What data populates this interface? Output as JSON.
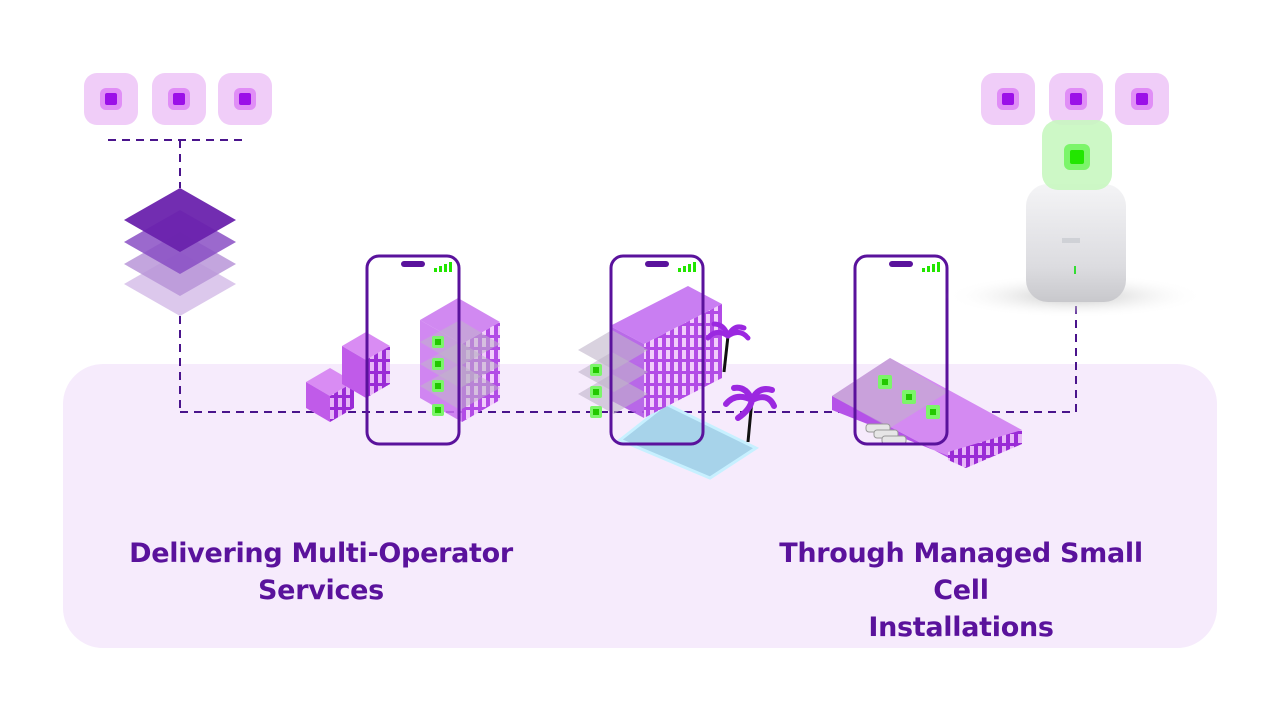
{
  "captions": {
    "left": {
      "line1": "Delivering Multi-Operator",
      "line2": "Services"
    },
    "right": {
      "line1": "Through Managed Small Cell",
      "line2": "Installations"
    }
  },
  "colors": {
    "brand_purple": "#5a129c",
    "accent_purple": "#a020f0",
    "panel_bg": "#f6ebfc",
    "operator_tile": "#f0cdf8",
    "signal_green": "#22e600"
  },
  "icons": {
    "operator_tiles_left": [
      "operator-tile-icon",
      "operator-tile-icon",
      "operator-tile-icon"
    ],
    "operator_tiles_right": [
      "operator-tile-icon",
      "operator-tile-icon",
      "operator-tile-icon"
    ],
    "network_layers": "stacked-layers-icon",
    "phones": [
      "smartphone-icon",
      "smartphone-icon",
      "smartphone-icon"
    ],
    "buildings": [
      "office-building-icon",
      "hotel-resort-icon",
      "warehouse-icon"
    ],
    "small_cell": "small-cell-device-icon"
  }
}
